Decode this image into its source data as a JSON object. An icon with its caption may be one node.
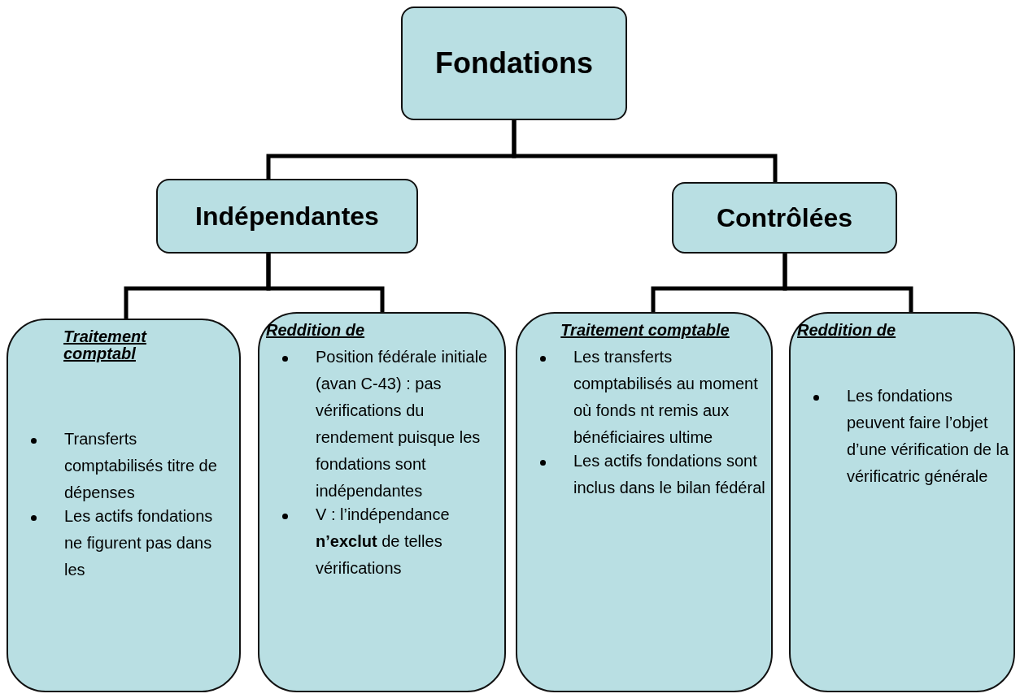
{
  "diagram": {
    "nodes": [
      {
        "text": [
          "Fondations"
        ]
      },
      {
        "text": [
          "Indépendantes"
        ]
      },
      {
        "text": [
          "Contrôlées"
        ]
      },
      {
        "text": [
          "Traitement comptabl",
          "Transferts comptabilisés titre de dépenses",
          "Les actifs fondations ne figurent pas dans les"
        ]
      },
      {
        "text": [
          "Reddition de",
          "Position fédérale initiale (avan C-43) : pas vérifications du rendement puisque les fondations sont indépendantes",
          "V : l’indépendance **n’exclut** de telles vérifications"
        ]
      },
      {
        "text": [
          "Traitement comptable",
          "Les transferts comptabilisés au moment où fonds nt remis aux bénéficiaires ultime",
          "Les actifs fondations sont inclus dans le bilan fédéral"
        ]
      },
      {
        "text": [
          "Reddition de",
          "Les fondations peuvent faire l’objet d’une vérification de la vérificatric générale"
        ]
      }
    ],
    "edges": [
      {
        "from": 0,
        "to": 1,
        "arrow": "none"
      },
      {
        "from": 0,
        "to": 2,
        "arrow": "none"
      },
      {
        "from": 1,
        "to": 3,
        "arrow": "none"
      },
      {
        "from": 1,
        "to": 4,
        "arrow": "none"
      },
      {
        "from": 2,
        "to": 5,
        "arrow": "none"
      },
      {
        "from": 2,
        "to": 6,
        "arrow": "none"
      }
    ]
  }
}
